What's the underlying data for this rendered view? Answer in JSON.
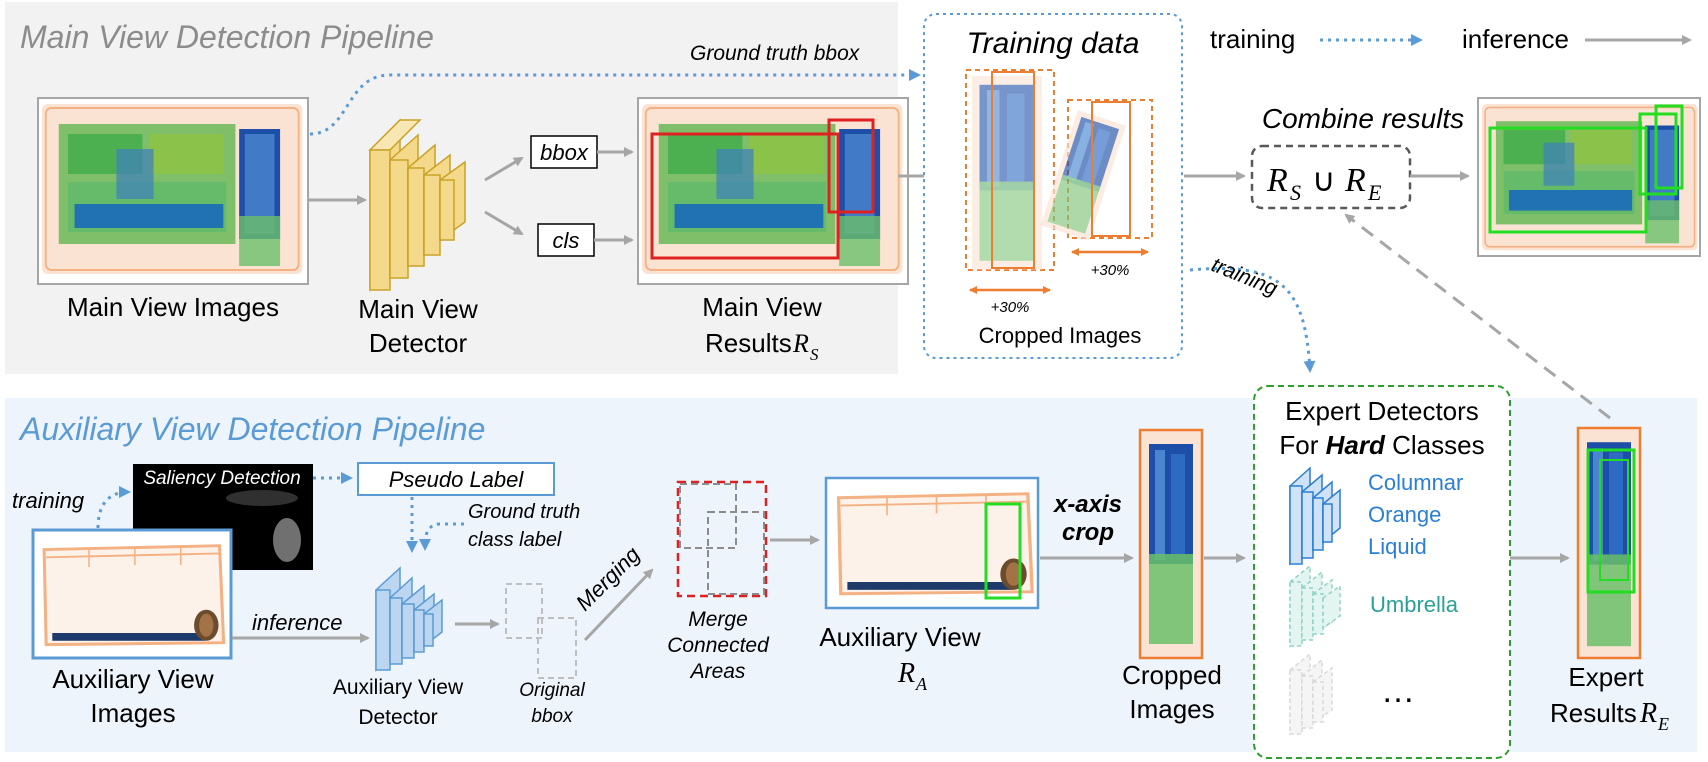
{
  "main": {
    "title": "Main View Detection Pipeline",
    "gt_bbox": "Ground truth bbox",
    "images_label": "Main View Images",
    "detector_l1": "Main View",
    "detector_l2": "Detector",
    "bbox": "bbox",
    "cls": "cls",
    "results_l1": "Main View",
    "results_l2": "Results",
    "results_sym": "R",
    "results_sub": "S"
  },
  "training_data": {
    "title": "Training data",
    "pct_a": "+30%",
    "pct_b": "+30%",
    "cropped": "Cropped Images"
  },
  "legend": {
    "training": "training",
    "inference": "inference"
  },
  "combine": {
    "label": "Combine results",
    "formula_r1": "R",
    "formula_s1": "S",
    "formula_op": "∪",
    "formula_r2": "R",
    "formula_s2": "E"
  },
  "training_arrow_label": "training",
  "aux": {
    "title": "Auxiliary View Detection Pipeline",
    "training": "training",
    "saliency": "Saliency Detection",
    "pseudo": "Pseudo Label",
    "gt_class_l1": "Ground truth",
    "gt_class_l2": "class label",
    "images_l1": "Auxiliary View",
    "images_l2": "Images",
    "inference": "inference",
    "detector_l1": "Auxiliary View",
    "detector_l2": "Detector",
    "orig_l1": "Original",
    "orig_l2": "bbox",
    "merging": "Merging",
    "merge_l1": "Merge",
    "merge_l2": "Connected",
    "merge_l3": "Areas",
    "result_l1": "Auxiliary View",
    "result_sym": "R",
    "result_sub": "A",
    "xaxis_l1": "x-axis",
    "xaxis_l2": "crop",
    "cropped_l1": "Cropped",
    "cropped_l2": "Images"
  },
  "experts": {
    "title_l1": "Expert Detectors",
    "title_l2_pre": "For ",
    "title_l2_bold": "Hard",
    "title_l2_post": " Classes",
    "class1_l1": "Columnar",
    "class1_l2": "Orange",
    "class1_l3": "Liquid",
    "class2": "Umbrella",
    "ellipsis": "…",
    "results_l1": "Expert",
    "results_l2": "Results",
    "results_sym": "R",
    "results_sub": "E"
  },
  "colors": {
    "main_panel_bg": "#f2f2f2",
    "aux_panel_bg": "#eef4fb",
    "training_blue": "#5b9bd5",
    "aux_title_blue": "#5b9bd5",
    "orange_box": "#ed7d31",
    "red_box": "#e02020",
    "green_box": "#22dd22",
    "expert_green_border": "#2ca02c",
    "class1_text": "#2a7fd4",
    "class2_text": "#2aa198",
    "detector_yellow": "#f5d98a",
    "detector_blue": "#bcd6f2"
  }
}
